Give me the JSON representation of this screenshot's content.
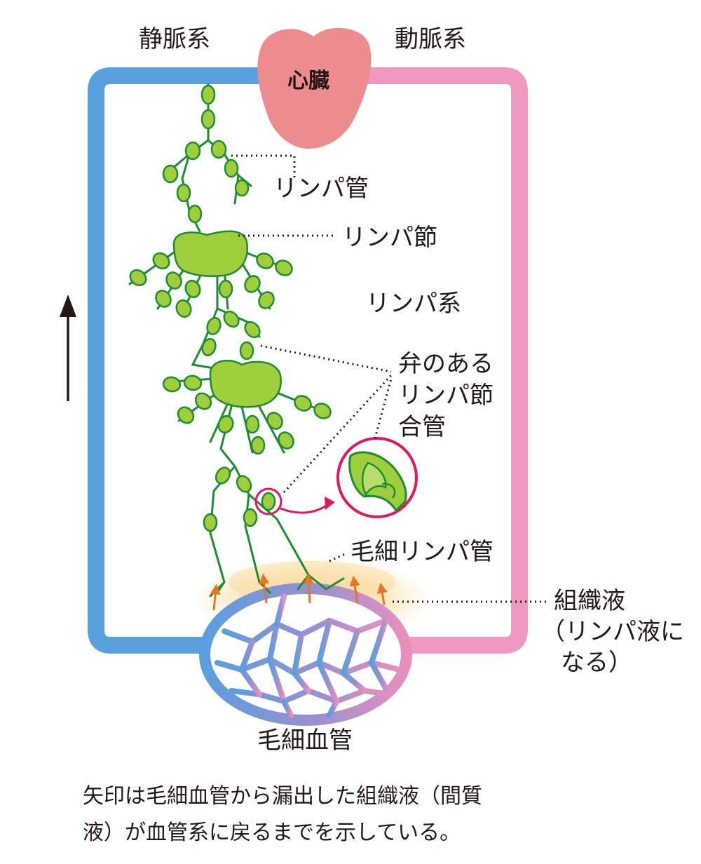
{
  "labels": {
    "venous": "静脈系",
    "arterial": "動脈系",
    "heart": "心臓",
    "lymph_vessel": "リンパ管",
    "lymph_node": "リンパ節",
    "lymph_system": "リンパ系",
    "valve_line1": "弁のある",
    "valve_line2": "リンパ節",
    "valve_line3": "合管",
    "lymph_capillary": "毛細リンパ管",
    "tissue_fluid_line1": "組織液",
    "tissue_fluid_line2": "（リンパ液に",
    "tissue_fluid_line3": "なる）",
    "blood_capillary": "毛細血管"
  },
  "caption": {
    "line1": "矢印は毛細血管から漏出した組織液（間質",
    "line2": "液）が血管系に戻るまでを示している。"
  },
  "colors": {
    "vein": "#5aa0dc",
    "artery": "#f099c0",
    "heart": "#ec8c8f",
    "lymph_node": "#9fce3d",
    "lymph_outline": "#1f8c32",
    "valve_ring": "#e0195a",
    "tissue": "#f9c979",
    "arrow_orange": "#e8751f"
  }
}
